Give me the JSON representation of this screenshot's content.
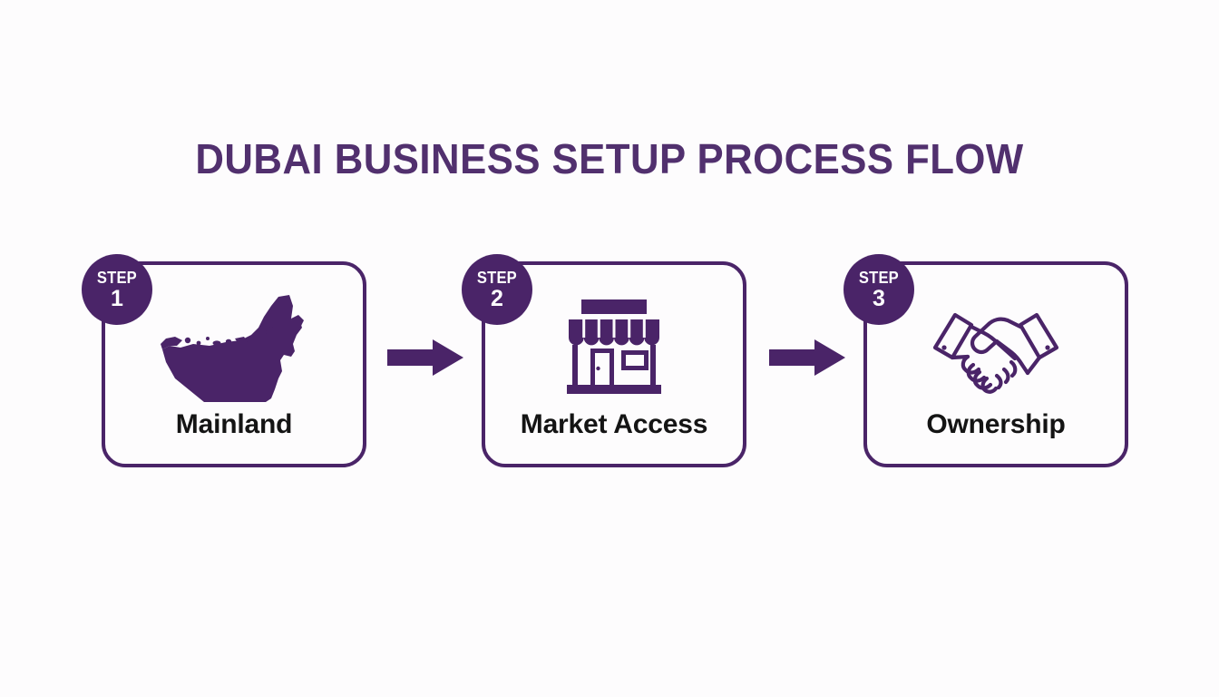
{
  "page": {
    "title": "DUBAI BUSINESS SETUP PROCESS FLOW",
    "background_color": "#fdfcfd"
  },
  "colors": {
    "brand_purple": "#4a2468",
    "title_purple": "#51306e",
    "label_black": "#141414",
    "badge_text": "#ffffff"
  },
  "steps": [
    {
      "badge_word": "STEP",
      "badge_number": "1",
      "label": "Mainland",
      "icon": "uae-map-icon"
    },
    {
      "badge_word": "STEP",
      "badge_number": "2",
      "label": "Market Access",
      "icon": "storefront-icon"
    },
    {
      "badge_word": "STEP",
      "badge_number": "3",
      "label": "Ownership",
      "icon": "handshake-icon"
    }
  ],
  "connectors": [
    {
      "icon": "arrow-right-icon",
      "from": "1",
      "to": "2"
    },
    {
      "icon": "arrow-right-icon",
      "from": "2",
      "to": "3"
    }
  ]
}
